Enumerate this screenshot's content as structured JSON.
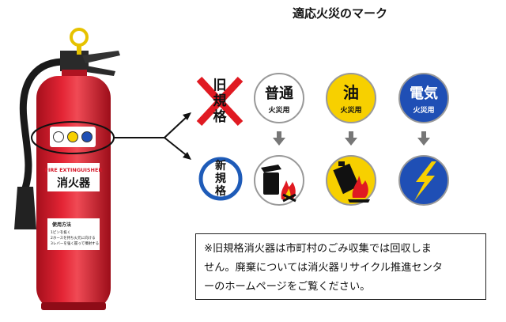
{
  "title": "適応火災のマーク",
  "extinguisher": {
    "label_en": "FIRE EXTINGUISHER",
    "label_jp": "消火器",
    "usage_title": "使用方法",
    "usage_lines": [
      "1ピンを抜く",
      "2ホースを持ち火元に向ける",
      "3レバーを強く握って噴射する"
    ]
  },
  "old_standard": {
    "chars": [
      "旧",
      "規",
      "格"
    ]
  },
  "new_standard": {
    "chars": [
      "新",
      "規",
      "格"
    ]
  },
  "marks": [
    {
      "line1": "普通",
      "line2": "火災用",
      "bg": "#ffffff",
      "fg": "#111111"
    },
    {
      "line1": "油",
      "line2": "火災用",
      "bg": "#f7d000",
      "fg": "#111111"
    },
    {
      "line1": "電気",
      "line2": "火災用",
      "bg": "#1f4fb5",
      "fg": "#ffffff"
    }
  ],
  "new_icons": [
    "ordinary-fire-icon",
    "oil-fire-icon",
    "electric-fire-icon"
  ],
  "colors": {
    "extinguisher_red": "#d7192a",
    "cross_red": "#e01a22",
    "new_ring_blue": "#1e5bb8",
    "mark_yellow": "#f7d000",
    "mark_blue": "#1f4fb5"
  },
  "notice": {
    "line1": "※旧規格消火器は市町村のごみ収集では回収しま",
    "line2": "せん。廃棄については消火器リサイクル推進センタ",
    "line3": "ーのホームページをご覧ください。"
  }
}
